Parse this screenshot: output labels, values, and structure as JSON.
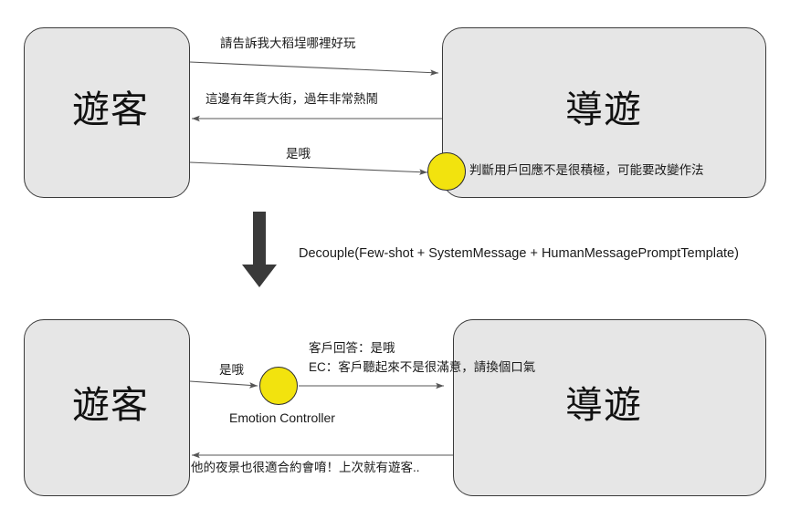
{
  "diagram": {
    "title": "Emotion Controller decoupling sequence diagram",
    "colors": {
      "node_fill": "#e6e6e6",
      "node_border": "#3a3a3a",
      "circle_fill": "#f2e30e",
      "circle_border": "#2e2e2e",
      "arrow_stroke": "#555555",
      "big_arrow_fill": "#3a3a3a",
      "text": "#1a1a1a",
      "background": "#ffffff"
    },
    "top_section": {
      "left_node": {
        "label": "遊客"
      },
      "right_node": {
        "label": "導遊"
      },
      "messages": [
        {
          "id": "msg-1",
          "text": "請告訴我大稻埕哪裡好玩",
          "direction": "left-to-right"
        },
        {
          "id": "msg-2",
          "text": "這邊有年貨大街，過年非常熱鬧",
          "direction": "right-to-left"
        },
        {
          "id": "msg-3",
          "text": "是哦",
          "direction": "left-to-right"
        }
      ],
      "annotation_circle": {
        "name": "emotion-node",
        "label": ""
      },
      "annotation_text": "判斷用戶回應不是很積極，可能要改變作法"
    },
    "transition": {
      "arrow": "down-arrow",
      "caption": "Decouple(Few-shot + SystemMessage + HumanMessagePromptTemplate)"
    },
    "bottom_section": {
      "left_node": {
        "label": "遊客"
      },
      "right_node": {
        "label": "導遊"
      },
      "messages": [
        {
          "id": "b-msg-1",
          "text": "是哦",
          "direction": "left-to-right"
        },
        {
          "id": "b-msg-2",
          "text": "他的夜景也很適合約會唷！上次就有遊客..",
          "direction": "right-to-left"
        }
      ],
      "controller": {
        "name": "emotion-controller",
        "caption": "Emotion Controller"
      },
      "controller_output": {
        "line1": "客戶回答：是哦",
        "line2": "EC：客戶聽起來不是很滿意，請換個口氣"
      }
    }
  }
}
